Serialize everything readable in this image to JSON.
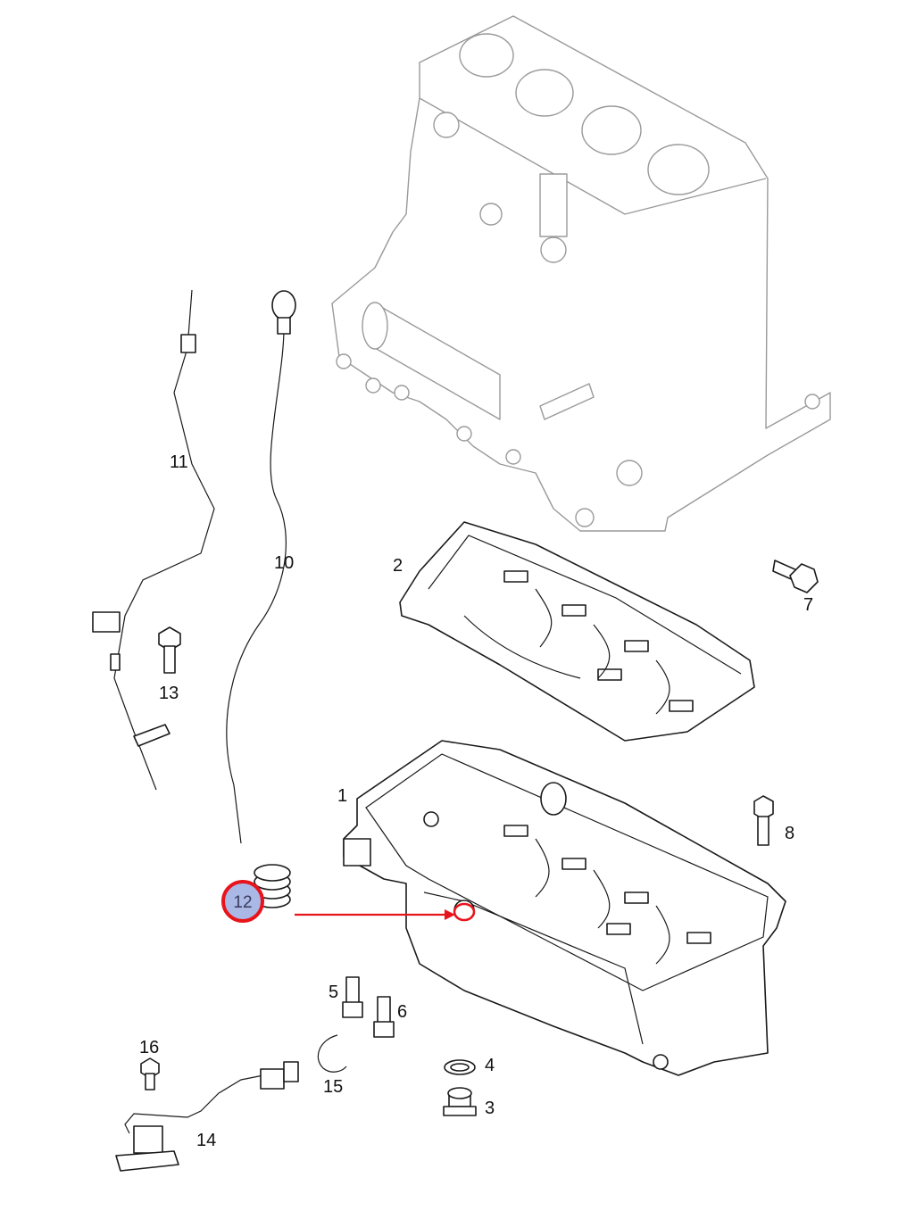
{
  "diagram": {
    "parts": [
      {
        "number": "1",
        "icon": "oil-pan-icon"
      },
      {
        "number": "2",
        "icon": "baffle-plate-icon"
      },
      {
        "number": "3",
        "icon": "drain-plug-icon"
      },
      {
        "number": "4",
        "icon": "washer-icon"
      },
      {
        "number": "5",
        "icon": "bolt-icon"
      },
      {
        "number": "6",
        "icon": "bolt-icon"
      },
      {
        "number": "7",
        "icon": "flange-bolt-icon"
      },
      {
        "number": "8",
        "icon": "bolt-icon"
      },
      {
        "number": "10",
        "icon": "dipstick-icon"
      },
      {
        "number": "11",
        "icon": "dipstick-tube-icon"
      },
      {
        "number": "12",
        "icon": "seal-ring-icon"
      },
      {
        "number": "13",
        "icon": "bolt-icon"
      },
      {
        "number": "14",
        "icon": "oil-level-sensor-icon"
      },
      {
        "number": "15",
        "icon": "retaining-clip-icon"
      },
      {
        "number": "16",
        "icon": "bolt-icon"
      }
    ],
    "highlight": {
      "number": "12",
      "ring_color": "#e8141c",
      "fill_color": "#aab8e6",
      "arrow_color": "#e8141c"
    },
    "line_color": "#1a1a1a",
    "ghost_color": "#9a9a9a"
  }
}
